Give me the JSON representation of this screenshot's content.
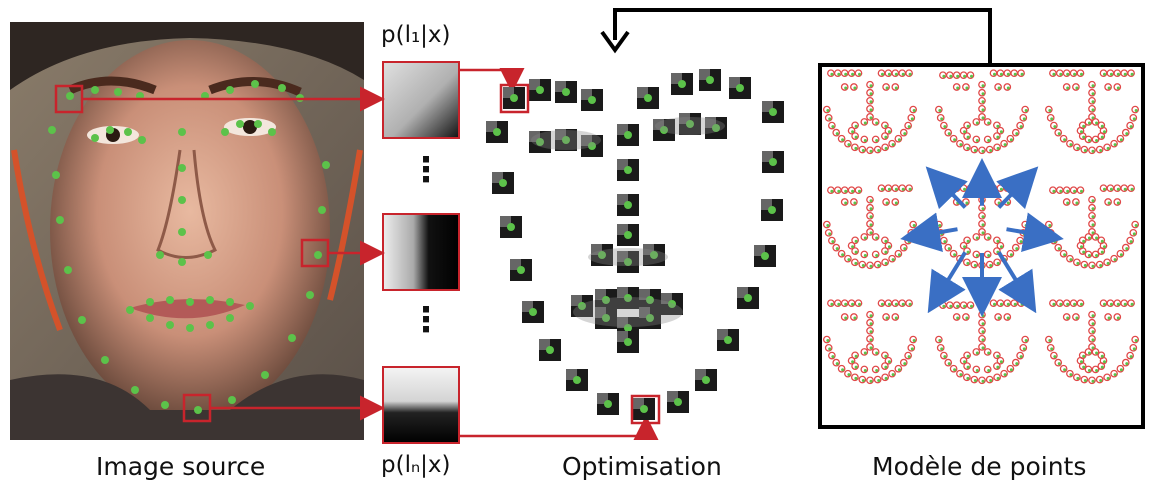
{
  "labels": {
    "image_source": "Image source",
    "optimisation": "Optimisation",
    "point_model": "Modèle de points",
    "patch_first": "p(l₁|x)",
    "patch_last": "p(lₙ|x)",
    "ellipsis": "⋮"
  },
  "colors": {
    "landmark": "#5cc24a",
    "highlight_box": "#c8242c",
    "model_arrow": "#3a6fc4",
    "feedback_arrow": "#000000",
    "model_point_red": "#e04848"
  }
}
